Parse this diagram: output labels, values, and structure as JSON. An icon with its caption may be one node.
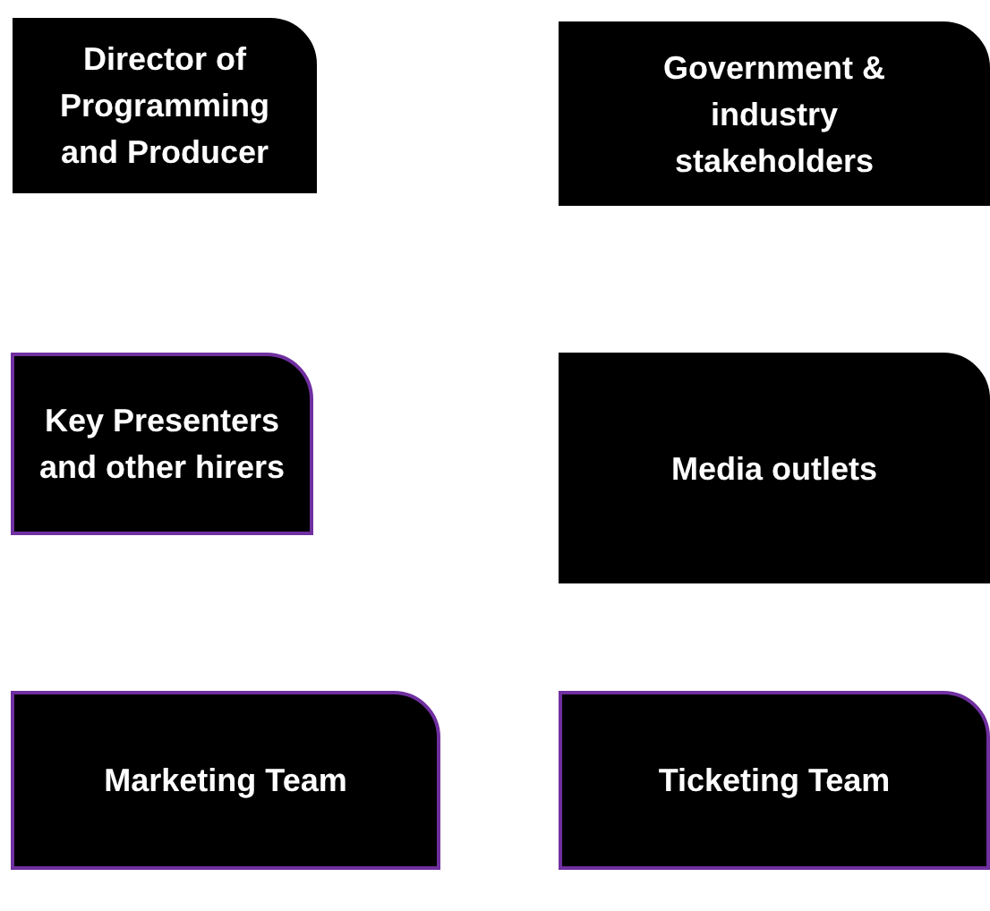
{
  "diagram": {
    "nodes": [
      {
        "text": [
          "Director of Programming and Producer"
        ]
      },
      {
        "text": [
          "Government & industry stakeholders"
        ]
      },
      {
        "text": [
          "Key Presenters and other hirers"
        ]
      },
      {
        "text": [
          "Media outlets"
        ]
      },
      {
        "text": [
          "Marketing Team"
        ]
      },
      {
        "text": [
          "Ticketing Team"
        ]
      }
    ]
  }
}
